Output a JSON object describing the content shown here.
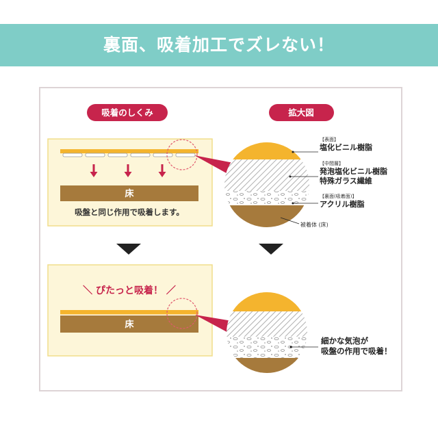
{
  "banner": {
    "title": "裏面、吸着加工でズレない！"
  },
  "headings": {
    "mechanism": "吸着のしくみ",
    "zoom": "拡大図"
  },
  "panel_before": {
    "floor_label": "床",
    "caption": "吸盤と同じ作用で吸着します。"
  },
  "panel_after": {
    "exclaim": "＼ ぴたっと吸着！ ／",
    "floor_label": "床"
  },
  "zoom_before": {
    "surface": {
      "tag": "【表面】",
      "name": "塩化ビニル樹脂"
    },
    "middle": {
      "tag": "【中間層】",
      "name": "発泡塩化ビニル樹脂",
      "name2": "特殊ガラス繊維"
    },
    "back": {
      "tag": "【裏面(吸着面)】",
      "name": "アクリル樹脂"
    },
    "substrate": "被着体 (床)"
  },
  "zoom_after": {
    "note_line1": "細かな気泡が",
    "note_line2": "吸盤の作用で吸着！"
  },
  "colors": {
    "teal": "#7fcdc7",
    "crimson": "#c7244c",
    "orange": "#f4b42e",
    "brown": "#a67a3c",
    "cream": "#fdf6d9",
    "cream-border": "#f1dd8a",
    "frame": "#ddd4d6",
    "ink": "#222222",
    "dash": "#e05a6e"
  }
}
